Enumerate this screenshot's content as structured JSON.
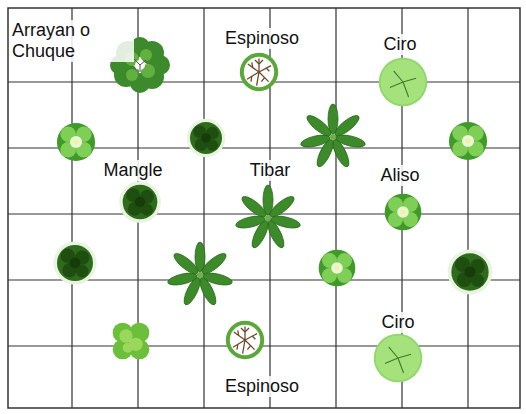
{
  "diagram": {
    "labels": [
      "Arrayan o Chuque",
      "Espinoso",
      "Ciro",
      "Mangle",
      "Tibar",
      "Aliso",
      "Ciro",
      "Espinoso"
    ]
  }
}
